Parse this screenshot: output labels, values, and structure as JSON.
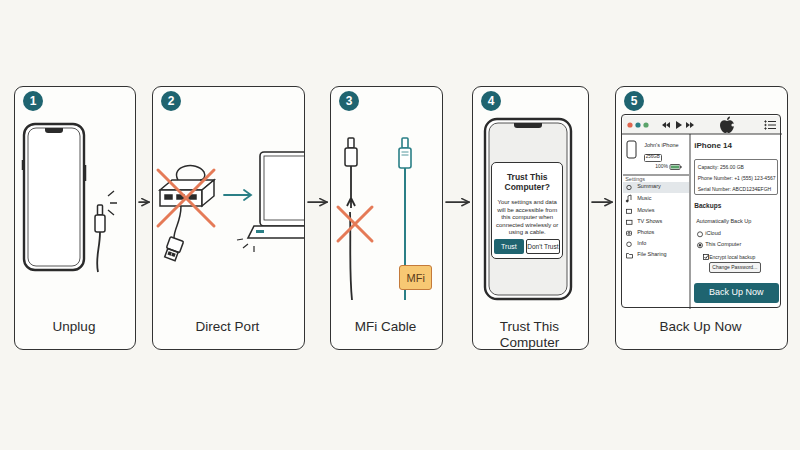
{
  "diagram": {
    "nodes": [
      {
        "text": [
          "Unplug"
        ]
      },
      {
        "text": [
          "1"
        ],
        "in": 0
      },
      {
        "text": [
          "Direct Port"
        ]
      },
      {
        "text": [
          "2"
        ],
        "in": 2
      },
      {
        "text": [
          "MFi Cable"
        ]
      },
      {
        "text": [
          "3"
        ],
        "in": 4
      },
      {
        "text": [
          "MFi"
        ],
        "in": 4
      },
      {
        "text": [
          "Trust This Computer"
        ]
      },
      {
        "text": [
          "4"
        ],
        "in": 7
      },
      {
        "text": [
          "Trust This Computer?",
          "Your settings and data will be accessible from this computer when connected wirelessly or using a cable."
        ],
        "in": 7
      },
      {
        "text": [
          "Trust"
        ],
        "in": 9
      },
      {
        "text": [
          "Don't Trust"
        ],
        "in": 9
      },
      {
        "text": [
          "Back Up Now"
        ]
      },
      {
        "text": [
          "5"
        ],
        "in": 12
      },
      {
        "text": [
          "John's iPhone",
          "100%",
          "Settings",
          "Summary",
          "Music",
          "Movies",
          "TV Shows",
          "Photos",
          "Info",
          "File Sharing",
          "iPhone 14",
          "Backups",
          "Automatically Back Up",
          "iCloud",
          "This Computer",
          "Encrypt local backup"
        ],
        "in": 12
      },
      {
        "text": [
          "256GB"
        ],
        "in": 14
      },
      {
        "text": [
          "Capacity: 256.00 GB",
          "Phone Number: +1 (555) 123-4567",
          "Serial Number: ABCD1234EFGH"
        ],
        "in": 14
      },
      {
        "text": [
          "Change Password..."
        ],
        "in": 14
      },
      {
        "text": [
          "Back Up Now"
        ],
        "in": 14
      }
    ],
    "edges": [
      {
        "from": 0,
        "to": 2,
        "arrow": "to"
      },
      {
        "from": 2,
        "to": 4,
        "arrow": "to"
      },
      {
        "from": 4,
        "to": 7,
        "arrow": "to"
      },
      {
        "from": 7,
        "to": 12,
        "arrow": "to"
      }
    ]
  }
}
